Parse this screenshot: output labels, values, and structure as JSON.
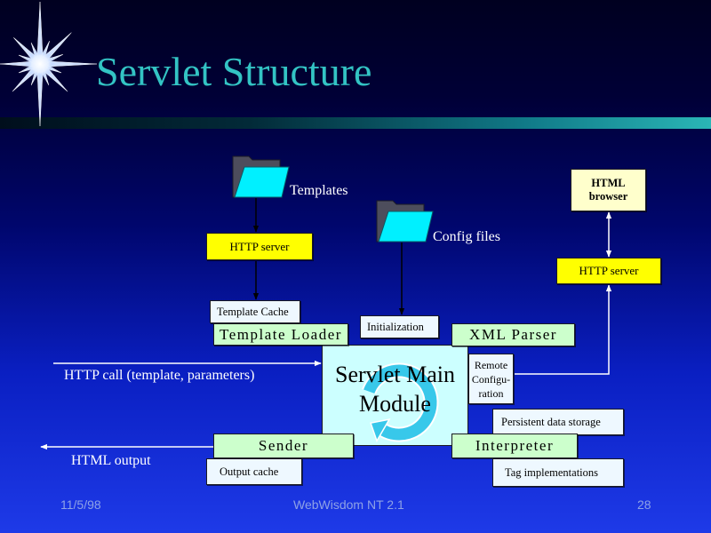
{
  "slide": {
    "title": "Servlet Structure",
    "footer": {
      "date": "11/5/98",
      "product": "WebWisdom NT 2.1",
      "page_number": "28"
    }
  },
  "diagram": {
    "templates_folder_label": "Templates",
    "config_folder_label": "Config files",
    "http_server_left": "HTTP server",
    "html_browser": [
      "HTML",
      "browser"
    ],
    "http_server_right": "HTTP server",
    "template_cache": "Template Cache",
    "template_loader": "Template Loader",
    "initialization": "Initialization",
    "xml_parser": "XML Parser",
    "servlet_main_module": [
      "Servlet Main",
      "Module"
    ],
    "remote_configuration": [
      "Remote",
      "Configu-",
      "ration"
    ],
    "persistent_data_storage": "Persistent data storage",
    "interpreter": "Interpreter",
    "tag_implementations": "Tag implementations",
    "sender": "Sender",
    "output_cache": "Output cache",
    "http_call_label": "HTTP call (template, parameters)",
    "html_output_label": "HTML output"
  },
  "icons": {
    "logo": "starburst-icon",
    "templates": "folder-icon",
    "config": "folder-icon",
    "servlet_cycle": "circular-arrow-icon"
  },
  "colors": {
    "title": "#33c4c4",
    "footer": "#8ea2e6",
    "http_server_fill": "#ffff00",
    "browser_fill": "#ffffcc",
    "component_fill": "#ccffcc",
    "servlet_fill": "#ccffff",
    "store_fill": "#eef8ff"
  }
}
